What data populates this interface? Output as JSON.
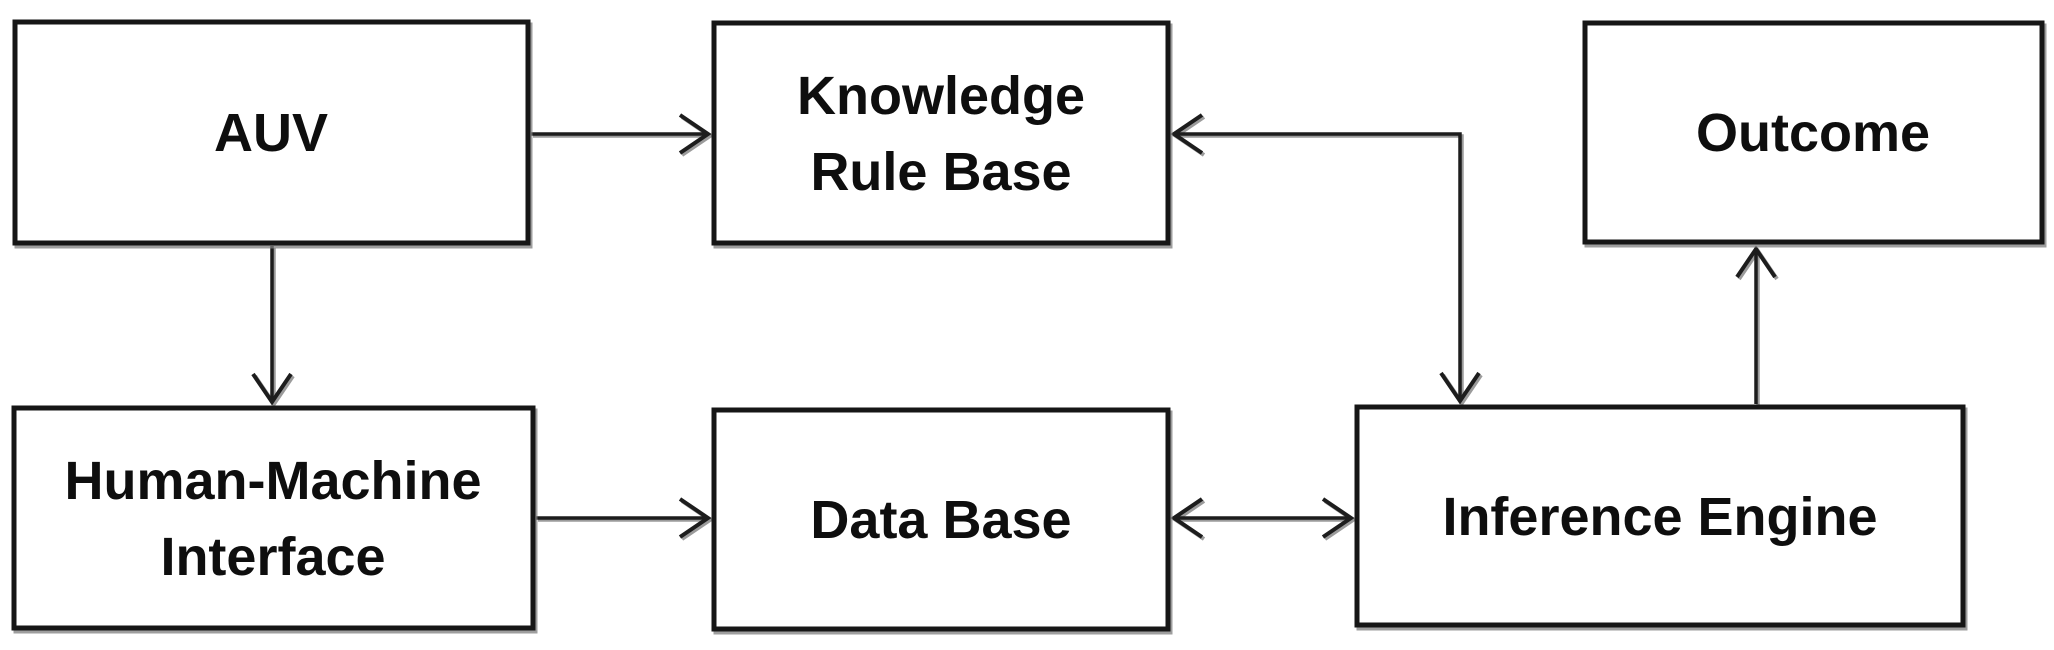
{
  "figure": {
    "type": "block-diagram",
    "background_color": "#ffffff",
    "ink_color": "#161616",
    "shadow_color": "#8c8c8c",
    "nodes": {
      "auv": {
        "label": "AUV"
      },
      "knowledge_rule_base": {
        "line1": "Knowledge",
        "line2": "Rule Base"
      },
      "outcome": {
        "label": "Outcome"
      },
      "human_machine_interface": {
        "line1": "Human-Machine",
        "line2": "Interface"
      },
      "data_base": {
        "label": "Data Base"
      },
      "inference_engine": {
        "label": "Inference Engine"
      }
    },
    "edges": [
      {
        "from": "AUV",
        "to": "Knowledge Rule Base",
        "arrows": "to",
        "route": "straight"
      },
      {
        "from": "AUV",
        "to": "Human-Machine Interface",
        "arrows": "to",
        "route": "straight"
      },
      {
        "from": "Human-Machine Interface",
        "to": "Data Base",
        "arrows": "to",
        "route": "straight"
      },
      {
        "from": "Data Base",
        "to": "Inference Engine",
        "arrows": "both",
        "route": "straight"
      },
      {
        "from": "Inference Engine",
        "to": "Knowledge Rule Base",
        "arrows": "both",
        "route": "elbow"
      },
      {
        "from": "Inference Engine",
        "to": "Outcome",
        "arrows": "to",
        "route": "straight"
      }
    ]
  }
}
